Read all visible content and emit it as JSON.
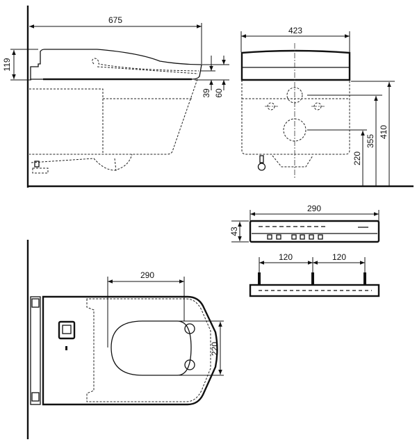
{
  "side_view": {
    "width": "675",
    "seat_height": "119",
    "gap_a": "39",
    "gap_b": "60"
  },
  "front_view": {
    "width": "423",
    "h_lower": "220",
    "h_mid": "355",
    "h_top": "410"
  },
  "remote_front": {
    "width": "290",
    "height": "43"
  },
  "remote_mount": {
    "spacing_left": "120",
    "spacing_right": "120"
  },
  "top_view": {
    "width": "290",
    "depth": "220"
  }
}
